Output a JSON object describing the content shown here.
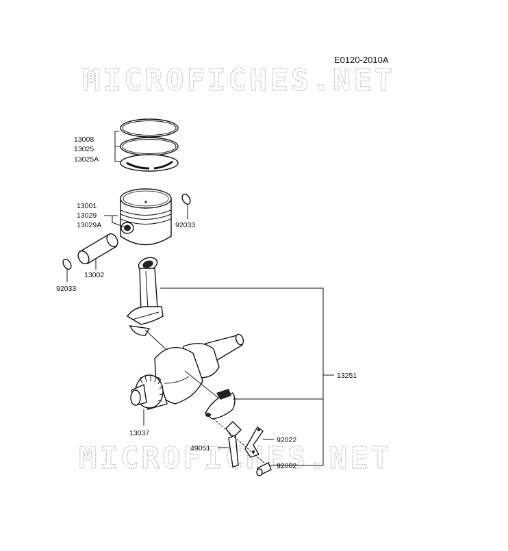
{
  "diagram": {
    "reference_code": "E0120-2010A",
    "watermark_top": "MICROFICHES.NET",
    "watermark_bottom": "MICROFICHES.NET",
    "labels": {
      "p13008": "13008",
      "p13025": "13025",
      "p13025A": "13025A",
      "p13001": "13001",
      "p13029": "13029",
      "p13029A": "13029A",
      "p92033_right": "92033",
      "p13002": "13002",
      "p92033_left": "92033",
      "p13251": "13251",
      "p13037": "13037",
      "p92022": "92022",
      "p49051": "49051",
      "p92002": "92002"
    }
  }
}
